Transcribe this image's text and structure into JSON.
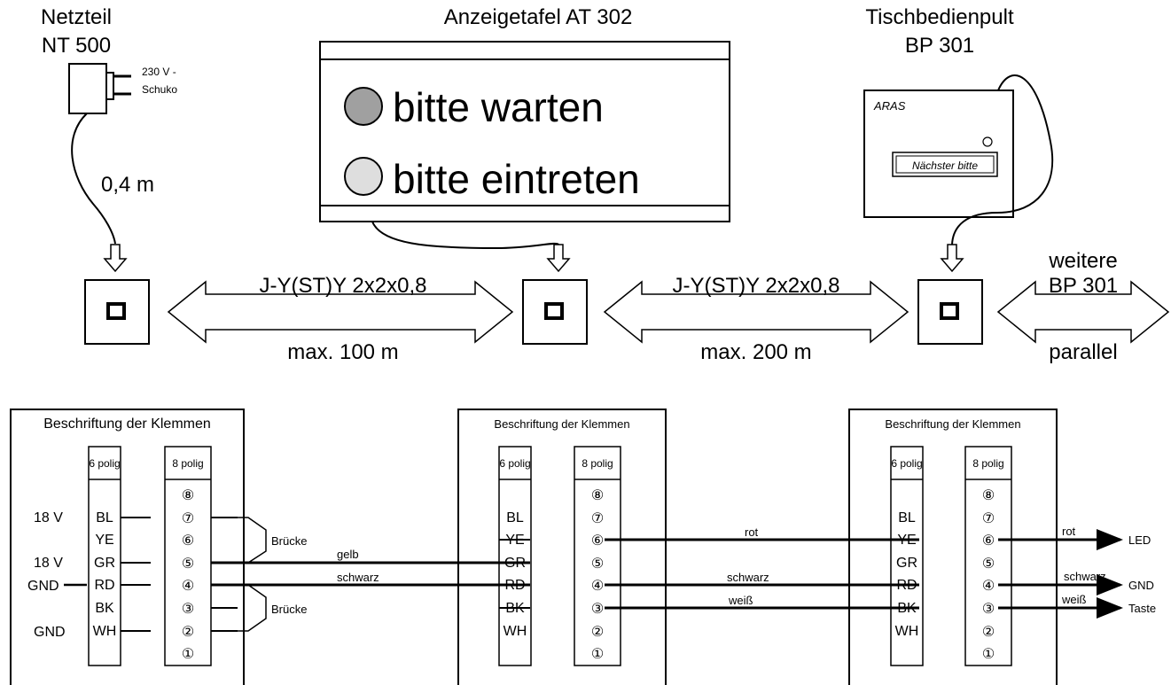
{
  "top": {
    "netzteil": {
      "line1": "Netzteil",
      "line2": "NT 500",
      "plug_line1": "230 V -",
      "plug_line2": "Schuko",
      "cable_length": "0,4 m"
    },
    "anzeigetafel": {
      "title": "Anzeigetafel AT 302",
      "msg_wait": "bitte warten",
      "msg_enter": "bitte eintreten",
      "lamp_wait_color": "#a0a0a0",
      "lamp_enter_color": "#dedede"
    },
    "bedienpult": {
      "line1": "Tischbedienpult",
      "line2": "BP 301",
      "brand": "ARAS",
      "button": "Nächster bitte"
    },
    "link1": {
      "cable": "J-Y(ST)Y 2x2x0,8",
      "length": "max. 100 m"
    },
    "link2": {
      "cable": "J-Y(ST)Y 2x2x0,8",
      "length": "max. 200 m"
    },
    "link3": {
      "line1": "weitere",
      "line2": "BP 301",
      "mode": "parallel"
    }
  },
  "terminals": {
    "heading": "Beschriftung der Klemmen",
    "col6": "6 polig",
    "col8": "8 polig",
    "pins6": [
      "BL",
      "YE",
      "GR",
      "RD",
      "BK",
      "WH"
    ],
    "pins8": [
      "⑧",
      "⑦",
      "⑥",
      "⑤",
      "④",
      "③",
      "②",
      "①"
    ]
  },
  "left_side": {
    "v18_a": "18 V",
    "v18_b": "18 V",
    "gnd_a": "GND",
    "gnd_b": "GND",
    "bridge_a": "Brücke",
    "bridge_b": "Brücke"
  },
  "wires": {
    "gelb": "gelb",
    "schwarz": "schwarz",
    "rot": "rot",
    "schwarz2": "schwarz",
    "weiss": "weiß",
    "out_rot": "rot",
    "out_schwarz": "schwarz",
    "out_weiss": "weiß",
    "led": "LED",
    "gnd": "GND",
    "taste": "Taste"
  }
}
